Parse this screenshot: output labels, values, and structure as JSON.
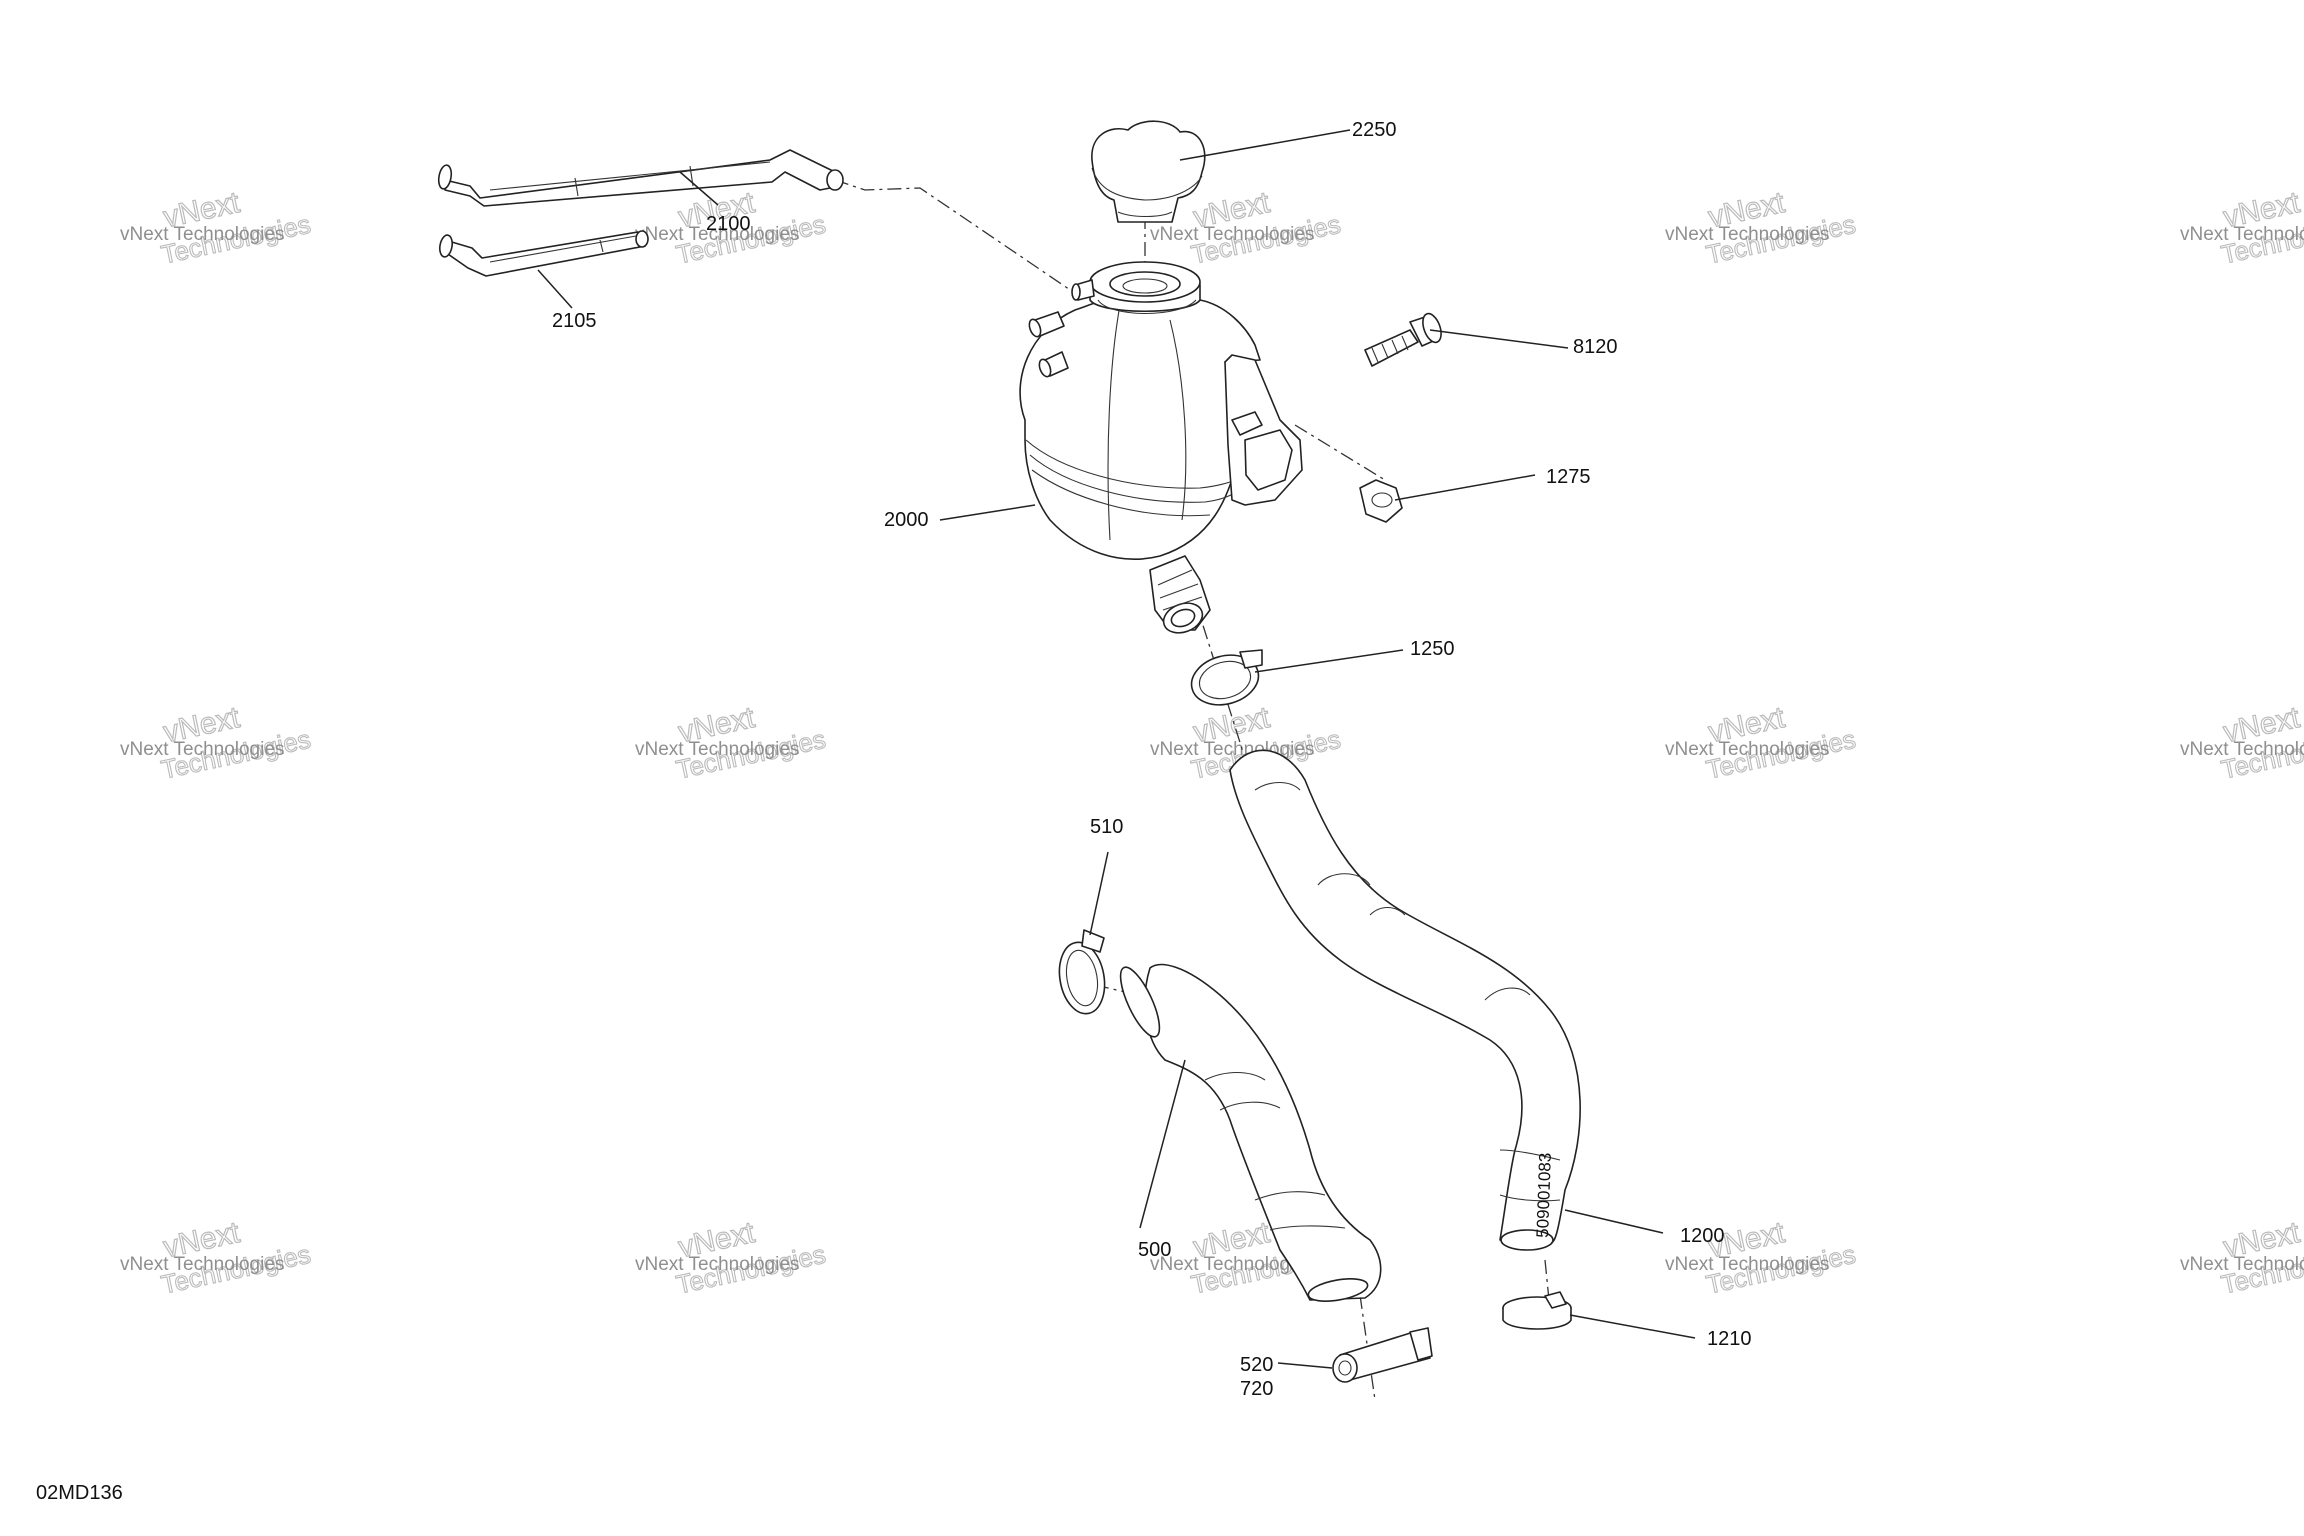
{
  "diagram": {
    "code": "02MD136",
    "callouts": {
      "p2250": "2250",
      "p2100": "2100",
      "p2105": "2105",
      "p8120": "8120",
      "p1275": "1275",
      "p2000": "2000",
      "p1250": "1250",
      "p510": "510",
      "p500": "500",
      "p1200": "1200",
      "p1210": "1210",
      "p520": "520",
      "p720": "720"
    },
    "hose_marking": "509001083",
    "watermark": {
      "line1": "vNext Technologies",
      "line2": "vNext",
      "line3": "Technologies"
    }
  }
}
